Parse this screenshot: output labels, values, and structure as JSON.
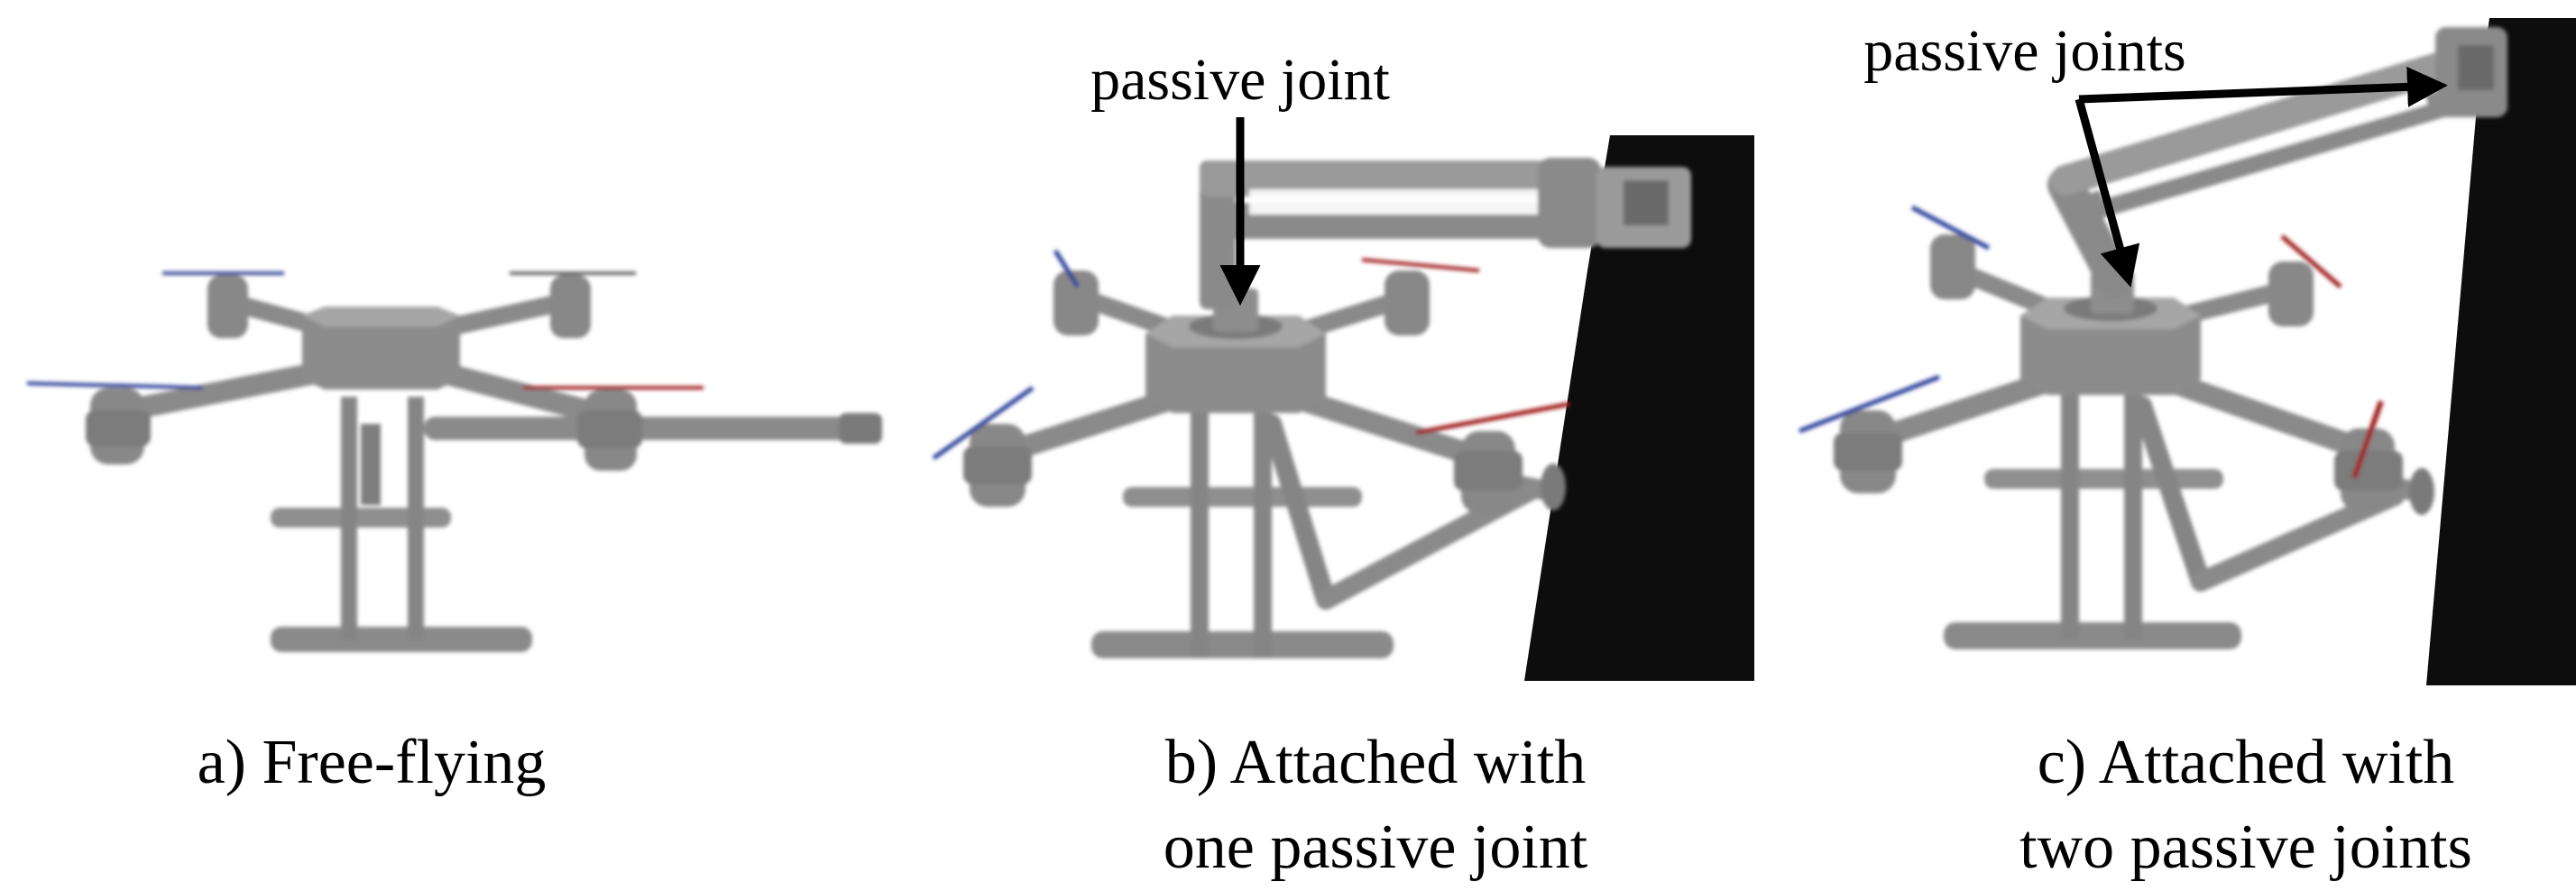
{
  "panels": [
    {
      "id": "a",
      "caption_lines": [
        "a) Free-flying"
      ],
      "annotation": ""
    },
    {
      "id": "b",
      "caption_lines": [
        "b) Attached with",
        "one passive joint"
      ],
      "annotation": "passive joint"
    },
    {
      "id": "c",
      "caption_lines": [
        "c) Attached with",
        "two passive joints"
      ],
      "annotation": "passive joints"
    }
  ],
  "colors": {
    "frame": "#8a8a8a",
    "frame_dark": "#6e6e6e",
    "frame_light": "#a6a6a6",
    "wall": "#0d0d0d",
    "rotor_blue": "#2a3f9a",
    "rotor_red": "#a01c1c",
    "arrow": "#000000"
  }
}
